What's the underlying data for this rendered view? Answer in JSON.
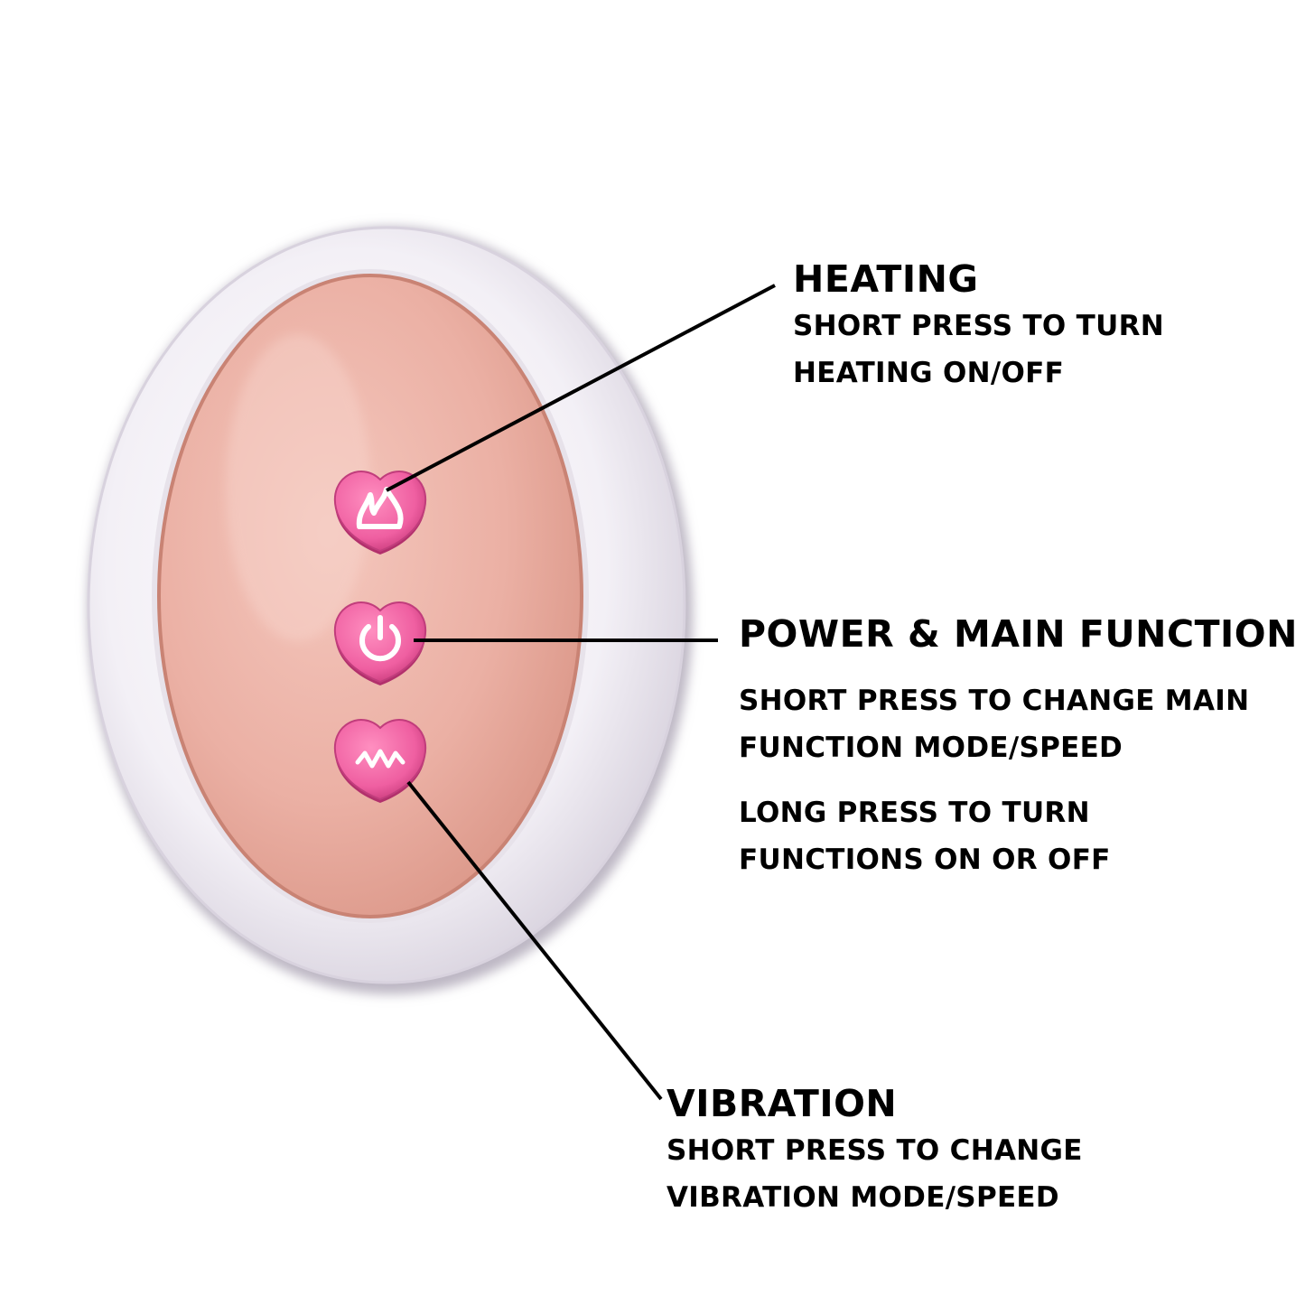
{
  "colors": {
    "rim": "#eeeaf2",
    "rim_shadow": "#c9c3cf",
    "panel": "#edb4a9",
    "panel_edge": "#c98374",
    "button": "#f06aa7",
    "button_dark": "#c13d7c",
    "leader_line": "#000000"
  },
  "buttons": [
    {
      "icon": "flame-icon"
    },
    {
      "icon": "power-icon"
    },
    {
      "icon": "wave-icon"
    }
  ],
  "callouts": {
    "heating": {
      "title": "HEATING",
      "lines": [
        "SHORT PRESS TO TURN",
        "HEATING ON/OFF"
      ]
    },
    "power": {
      "title": "POWER & MAIN FUNCTION",
      "lines": [
        "SHORT PRESS TO CHANGE MAIN",
        "FUNCTION MODE/SPEED",
        "LONG PRESS TO TURN",
        "FUNCTIONS ON OR OFF"
      ]
    },
    "vibration": {
      "title": "VIBRATION",
      "lines": [
        "SHORT PRESS TO CHANGE",
        "VIBRATION MODE/SPEED"
      ]
    }
  }
}
